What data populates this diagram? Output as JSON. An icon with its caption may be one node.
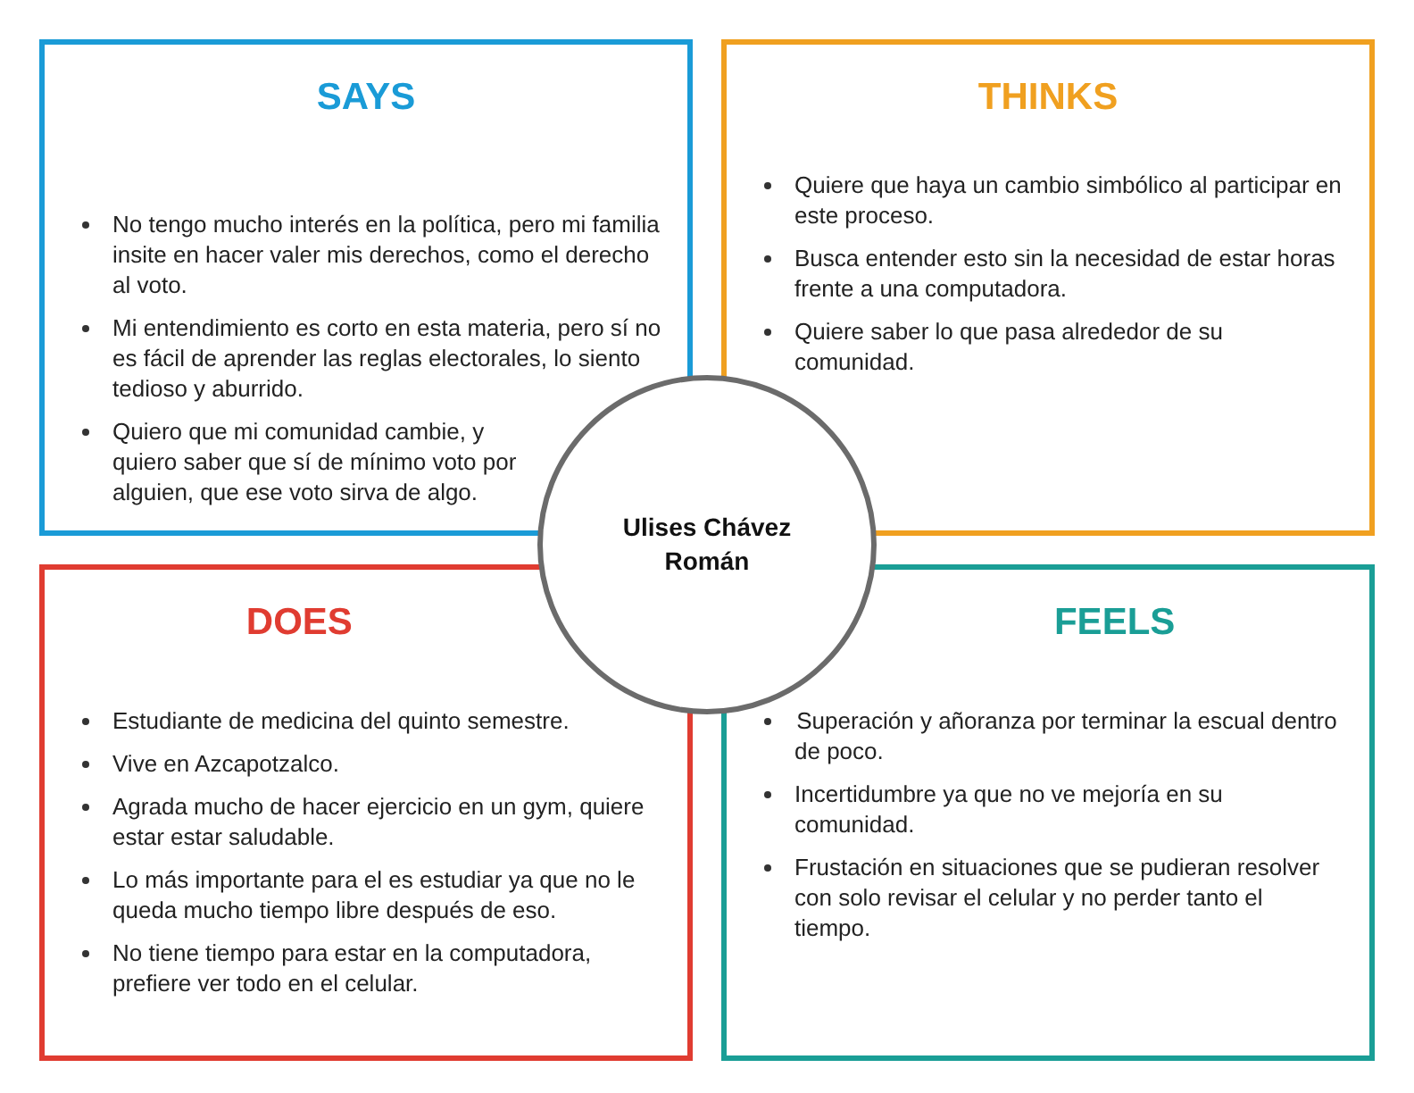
{
  "diagram": {
    "nodes": [
      {
        "text": [
          "SAYS",
          "No tengo mucho interés en la política, pero mi familia insite en hacer valer mis derechos, como el derecho al voto.",
          "Mi entendimiento es corto en esta materia, pero sí no es fácil de aprender las reglas electorales, lo siento tedioso y aburrido.",
          "Quiero que mi comunidad cambie, y quiero saber que sí de mínimo voto por alguien, que ese voto sirva de algo."
        ]
      },
      {
        "text": [
          "THINKS",
          "Quiere que haya un cambio simbólico al participar en este proceso.",
          "Busca entender esto sin la necesidad de estar horas frente a una computadora.",
          "Quiere saber lo que pasa alrededor de su comunidad."
        ]
      },
      {
        "text": [
          "Ulises Chávez Román"
        ]
      },
      {
        "text": [
          "DOES",
          "Estudiante de medicina del quinto semestre.",
          "Vive en Azcapotzalco.",
          "Agrada mucho de hacer ejercicio en un gym, quiere estar estar saludable.",
          "Lo más importante para el es estudiar ya que no le queda mucho tiempo libre después de eso.",
          "No tiene tiempo para estar en la computadora, prefiere ver todo en el celular."
        ]
      },
      {
        "text": [
          "FEELS",
          "Superación y añoranza por terminar la escual dentro de poco.",
          "Incertidumbre ya que no ve mejoría en su comunidad.",
          "Frustación en situaciones que se pudieran resolver con solo revisar el celular y no perder tanto el tiempo."
        ]
      }
    ]
  }
}
